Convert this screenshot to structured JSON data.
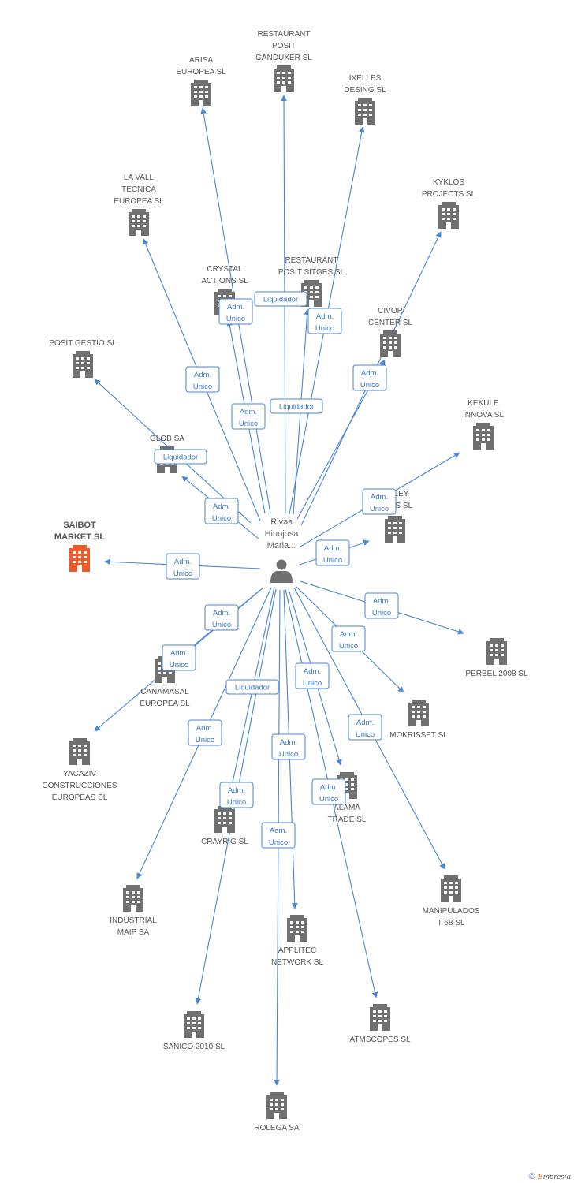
{
  "colors": {
    "edge": "#4a86d2",
    "building": "#707070",
    "focus_building": "#f05a28",
    "person": "#707070",
    "label": "#555555"
  },
  "center": {
    "name_lines": [
      "Rivas",
      "Hinojosa",
      "Maria..."
    ],
    "icon": "person-icon"
  },
  "nodes": [
    {
      "id": "restaurant_posit_ganduxer",
      "label": [
        "RESTAURANT",
        "POSIT",
        "GANDUXER SL"
      ]
    },
    {
      "id": "arisa_europea",
      "label": [
        "ARISA",
        "EUROPEA SL"
      ]
    },
    {
      "id": "ixelles_desing",
      "label": [
        "IXELLES",
        "DESING SL"
      ]
    },
    {
      "id": "la_vall_tecnica",
      "label": [
        "LA VALL",
        "TECNICA",
        "EUROPEA SL"
      ]
    },
    {
      "id": "kyklos_projects",
      "label": [
        "KYKLOS",
        "PROJECTS SL"
      ]
    },
    {
      "id": "crystal_actions",
      "label": [
        "CRYSTAL",
        "ACTIONS SL"
      ]
    },
    {
      "id": "restaurant_posit_sitges",
      "label": [
        "RESTAURANT",
        "POSIT SITGES SL"
      ]
    },
    {
      "id": "civor_center",
      "label": [
        "CIVOR",
        "CENTER SL"
      ]
    },
    {
      "id": "posit_gestio",
      "label": [
        "POSIT GESTIO SL"
      ]
    },
    {
      "id": "kekule_innova",
      "label": [
        "KEKULE",
        "INNOVA SL"
      ]
    },
    {
      "id": "glob_sa",
      "label": [
        "GLOB SA"
      ]
    },
    {
      "id": "ley_es",
      "label": [
        "LEY",
        "ES SL"
      ]
    },
    {
      "id": "saibot_market",
      "label": [
        "SAIBOT",
        "MARKET SL"
      ],
      "focus": true
    },
    {
      "id": "perbel_2008",
      "label": [
        "PERBEL 2008 SL"
      ]
    },
    {
      "id": "canamasal_europea",
      "label": [
        "CANAMASAL",
        "EUROPEA SL"
      ]
    },
    {
      "id": "mokrisset",
      "label": [
        "MOKRISSET SL"
      ]
    },
    {
      "id": "yacaziv",
      "label": [
        "YACAZIV",
        "CONSTRUCCIONES",
        "EUROPEAS SL"
      ]
    },
    {
      "id": "alama_trade",
      "label": [
        "ALAMA",
        "TRADE SL"
      ]
    },
    {
      "id": "crayrig",
      "label": [
        "CRAYRIG SL"
      ]
    },
    {
      "id": "manipulados_t68",
      "label": [
        "MANIPULADOS",
        "T 68 SL"
      ]
    },
    {
      "id": "industrial_maip",
      "label": [
        "INDUSTRIAL",
        "MAIP SA"
      ]
    },
    {
      "id": "applitec_network",
      "label": [
        "APPLITEC",
        "NETWORK SL"
      ]
    },
    {
      "id": "sanico_2010",
      "label": [
        "SANICO 2010 SL"
      ]
    },
    {
      "id": "atmscopes",
      "label": [
        "ATMSCOPES SL"
      ]
    },
    {
      "id": "rolega_sa",
      "label": [
        "ROLEGA SA"
      ]
    }
  ],
  "relations": [
    {
      "to": "restaurant_posit_ganduxer",
      "lines": [
        "Liquidador"
      ]
    },
    {
      "to": "arisa_europea",
      "lines": [
        "Adm.",
        "Unico"
      ]
    },
    {
      "to": "ixelles_desing",
      "lines": [
        "Adm.",
        "Unico"
      ]
    },
    {
      "to": "la_vall_tecnica",
      "lines": [
        "Adm.",
        "Unico"
      ]
    },
    {
      "to": "kyklos_projects",
      "lines": [
        "Adm.",
        "Unico"
      ]
    },
    {
      "to": "crystal_actions",
      "lines": [
        "Adm.",
        "Unico"
      ]
    },
    {
      "to": "restaurant_posit_sitges",
      "lines": [
        "Liquidador"
      ]
    },
    {
      "to": "civor_center",
      "lines": [
        "Adm.",
        "Unico"
      ]
    },
    {
      "to": "posit_gestio",
      "lines": [
        "Liquidador"
      ]
    },
    {
      "to": "kekule_innova",
      "lines": [
        "Adm.",
        "Unico"
      ]
    },
    {
      "to": "glob_sa",
      "lines": [
        "Adm.",
        "Unico"
      ]
    },
    {
      "to": "ley_es",
      "lines": [
        "Adm.",
        "Unico"
      ]
    },
    {
      "to": "saibot_market",
      "lines": [
        "Adm.",
        "Unico"
      ]
    },
    {
      "to": "perbel_2008",
      "lines": [
        "Adm.",
        "Unico"
      ]
    },
    {
      "to": "canamasal_europea",
      "lines": [
        "Adm.",
        "Unico"
      ]
    },
    {
      "to": "mokrisset",
      "lines": [
        "Adm.",
        "Unico"
      ]
    },
    {
      "to": "yacaziv",
      "lines": [
        "Adm.",
        "Unico"
      ]
    },
    {
      "to": "alama_trade",
      "lines": [
        "Adm.",
        "Unico"
      ]
    },
    {
      "to": "crayrig",
      "lines": [
        "Liquidador"
      ]
    },
    {
      "to": "manipulados_t68",
      "lines": [
        "Adm.",
        "Unico"
      ]
    },
    {
      "to": "industrial_maip",
      "lines": [
        "Adm.",
        "Unico"
      ]
    },
    {
      "to": "applitec_network",
      "lines": [
        "Adm.",
        "Unico"
      ]
    },
    {
      "to": "sanico_2010",
      "lines": [
        "Adm.",
        "Unico"
      ]
    },
    {
      "to": "atmscopes",
      "lines": [
        "Adm.",
        "Unico"
      ]
    },
    {
      "to": "rolega_sa",
      "lines": [
        "Adm.",
        "Unico"
      ]
    },
    {
      "to": "restaurant_posit_ganduxer",
      "lines": [
        "Adm.",
        "Unico"
      ],
      "secondary": true
    }
  ],
  "footer": {
    "copyright": "©",
    "brand_initial": "E",
    "brand_rest": "mpresia"
  }
}
